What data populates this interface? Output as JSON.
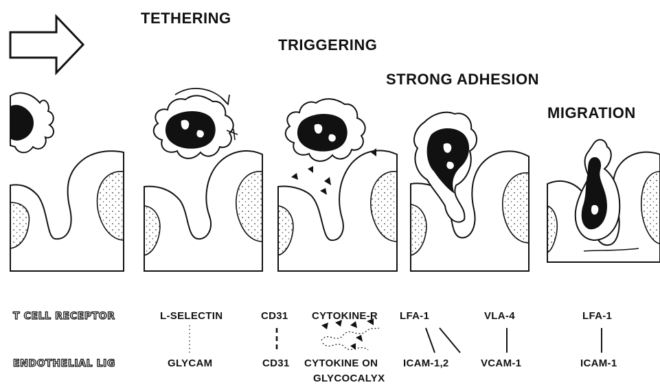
{
  "stages": {
    "tethering": "TETHERING",
    "triggering": "TRIGGERING",
    "strong_adhesion": "STRONG ADHESION",
    "migration": "MIGRATION"
  },
  "rows": {
    "receptor_label": "T CELL  RECEPTOR",
    "ligand_label": "ENDOTHELIAL LIG"
  },
  "pairs": [
    {
      "receptor": "L-SELECTIN",
      "ligand": "GLYCAM"
    },
    {
      "receptor": "CD31",
      "ligand": "CD31"
    },
    {
      "receptor": "CYTOKINE-R",
      "ligand": "CYTOKINE ON",
      "ligand_line2": "GLYCOCALYX"
    },
    {
      "receptor": "LFA-1",
      "ligand": "ICAM-1,2"
    },
    {
      "receptor": "VLA-4",
      "ligand": "VCAM-1"
    },
    {
      "receptor": "LFA-1",
      "ligand": "ICAM-1"
    }
  ]
}
